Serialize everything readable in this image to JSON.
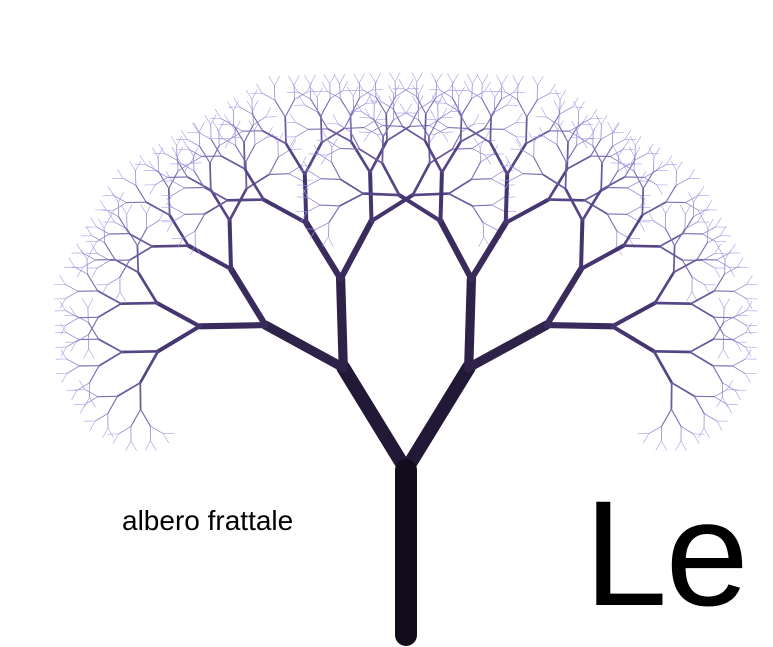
{
  "figure": {
    "caption": "albero frattale",
    "partial_title": "Le",
    "illustration": "fractal-tree",
    "colors": {
      "trunk": "#160f24",
      "branch_mid": "#4b3a78",
      "leaf_tips": "#a99ae6",
      "background": "#ffffff",
      "text": "#000000"
    }
  }
}
